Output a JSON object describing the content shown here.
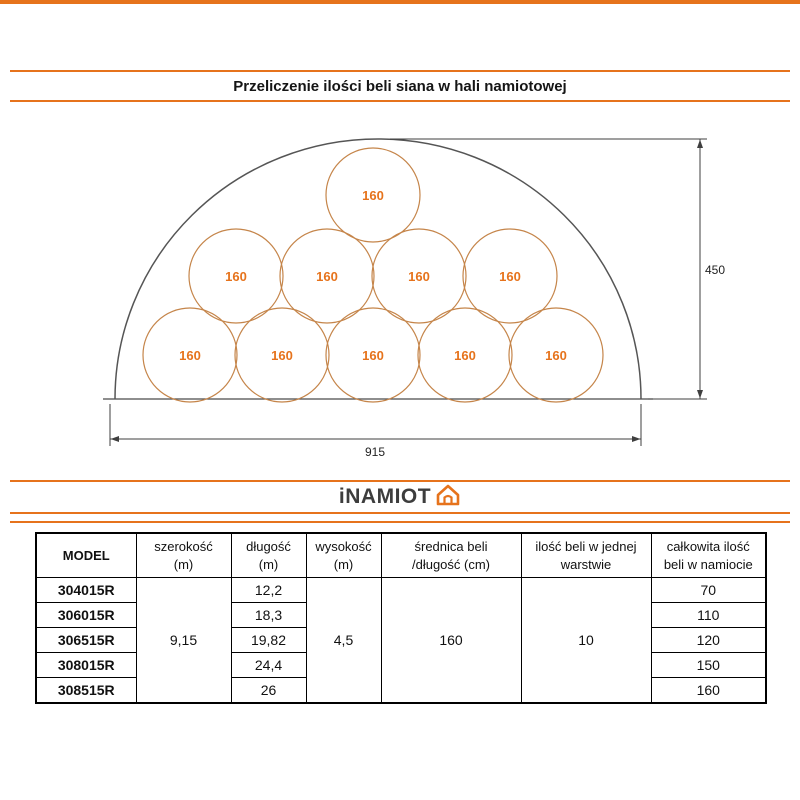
{
  "title": "Przeliczenie ilości beli siana w hali namiotowej",
  "brand": {
    "name": "iNAMIOT",
    "house_icon": "tent-house-icon"
  },
  "colors": {
    "accent": "#e6731c",
    "circle_stroke": "#c5854a"
  },
  "diagram": {
    "bale_label": "160",
    "height_dim_cm": "450",
    "width_dim_cm": "915",
    "bale_rows_bottom_to_top": [
      5,
      4,
      1
    ]
  },
  "table": {
    "headers": {
      "model": "MODEL",
      "width_l1": "szerokość",
      "width_l2": "(m)",
      "length_l1": "długość",
      "length_l2": "(m)",
      "height_l1": "wysokość",
      "height_l2": "(m)",
      "diameter_l1": "średnica beli",
      "diameter_l2": "/długość (cm)",
      "per_layer_l1": "ilość beli w jednej",
      "per_layer_l2": "warstwie",
      "total_l1": "całkowita ilość",
      "total_l2": "beli w namiocie"
    },
    "shared": {
      "width_m": "9,15",
      "height_m": "4,5",
      "diameter_cm": "160",
      "bales_per_layer": "10"
    },
    "rows": [
      {
        "model": "304015R",
        "length_m": "12,2",
        "total_bales": "70"
      },
      {
        "model": "306015R",
        "length_m": "18,3",
        "total_bales": "110"
      },
      {
        "model": "306515R",
        "length_m": "19,82",
        "total_bales": "120"
      },
      {
        "model": "308015R",
        "length_m": "24,4",
        "total_bales": "150"
      },
      {
        "model": "308515R",
        "length_m": "26",
        "total_bales": "160"
      }
    ]
  }
}
